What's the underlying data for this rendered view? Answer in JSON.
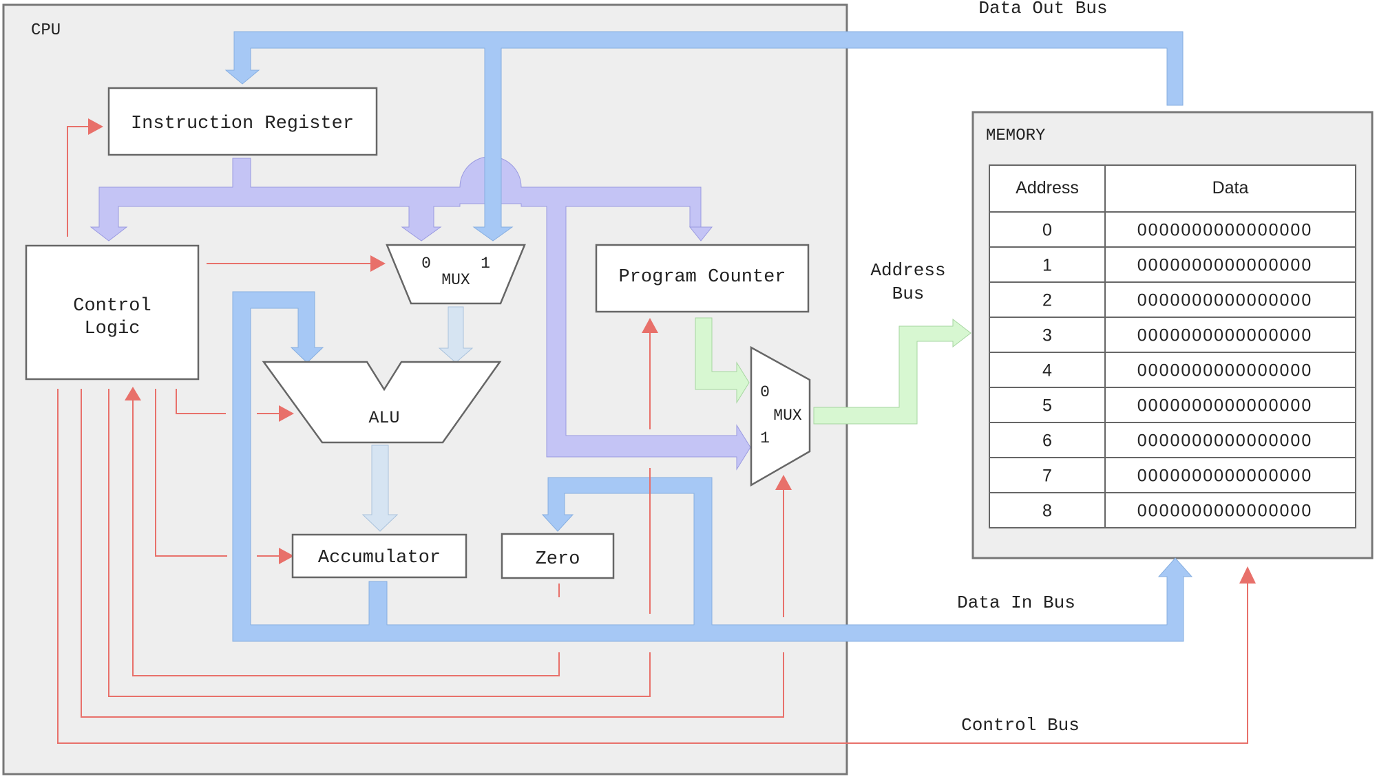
{
  "cpu": {
    "label": "CPU"
  },
  "memory": {
    "label": "MEMORY"
  },
  "components": {
    "instruction_register": "Instruction Register",
    "control_logic": [
      "Control",
      "Logic"
    ],
    "mux_top": {
      "label": "MUX",
      "input0": "0",
      "input1": "1"
    },
    "mux_right": {
      "label": "MUX",
      "input0": "0",
      "input1": "1"
    },
    "alu": "ALU",
    "accumulator": "Accumulator",
    "zero": "Zero",
    "program_counter": "Program Counter"
  },
  "buses": {
    "data_out": "Data Out Bus",
    "address": [
      "Address",
      "Bus"
    ],
    "data_in": "Data In Bus",
    "control": "Control Bus"
  },
  "memory_table": {
    "headers": [
      "Address",
      "Data"
    ],
    "rows": [
      [
        "0",
        "0000000000000000"
      ],
      [
        "1",
        "0000000000000000"
      ],
      [
        "2",
        "0000000000000000"
      ],
      [
        "3",
        "0000000000000000"
      ],
      [
        "4",
        "0000000000000000"
      ],
      [
        "5",
        "0000000000000000"
      ],
      [
        "6",
        "0000000000000000"
      ],
      [
        "7",
        "0000000000000000"
      ],
      [
        "8",
        "0000000000000000"
      ]
    ]
  },
  "colors": {
    "data_bus": "#a6c8f5",
    "data_bus_light": "#d6e4f2",
    "instruction_bus": "#c4c4f5",
    "address_bus": "#d7f7d1",
    "control_line": "#e8706a",
    "frame_fill": "#eeeeee"
  }
}
